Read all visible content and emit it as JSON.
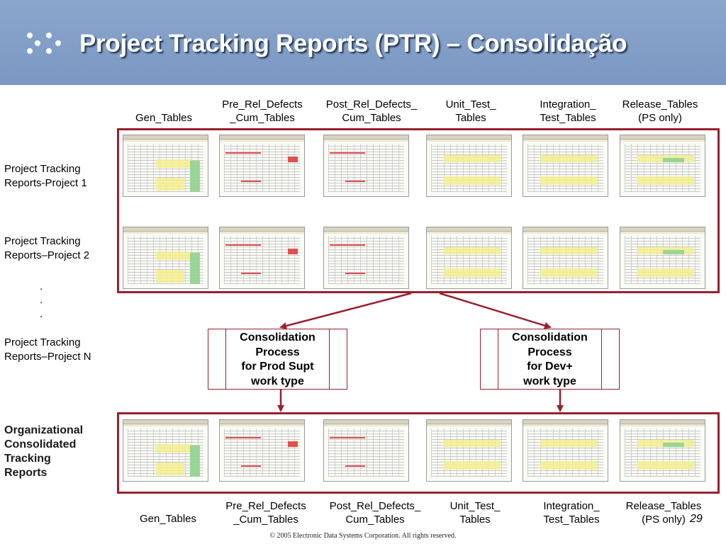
{
  "slide": {
    "title": "Project Tracking Reports (PTR) – Consolidação",
    "page_number": "29",
    "copyright": "© 2005 Electronic Data Systems Corporation. All rights reserved."
  },
  "columns_top": [
    {
      "line1": "Gen_Tables",
      "line2": ""
    },
    {
      "line1": "Pre_Rel_Defects",
      "line2": "_Cum_Tables"
    },
    {
      "line1": "Post_Rel_Defects_",
      "line2": "Cum_Tables"
    },
    {
      "line1": "Unit_Test_",
      "line2": "Tables"
    },
    {
      "line1": "Integration_",
      "line2": "Test_Tables"
    },
    {
      "line1": "Release_Tables",
      "line2": "(PS only)"
    }
  ],
  "columns_bottom": [
    {
      "line1": "Gen_Tables",
      "line2": ""
    },
    {
      "line1": "Pre_Rel_Defects",
      "line2": "_Cum_Tables"
    },
    {
      "line1": "Post_Rel_Defects_",
      "line2": "Cum_Tables"
    },
    {
      "line1": "Unit_Test_",
      "line2": "Tables"
    },
    {
      "line1": "Integration_",
      "line2": "Test_Tables"
    },
    {
      "line1": "Release_Tables",
      "line2": "(PS only)"
    }
  ],
  "rows": {
    "project1": {
      "line1": "Project Tracking",
      "line2": "Reports-Project 1"
    },
    "project2": {
      "line1": "Project Tracking",
      "line2": "Reports–Project 2"
    },
    "ellipsis": ".",
    "projectN": {
      "line1": "Project Tracking",
      "line2": "Reports–Project N"
    },
    "organizational": {
      "line1": "Organizational",
      "line2": "Consolidated",
      "line3": "Tracking",
      "line4": "Reports"
    }
  },
  "processes": [
    {
      "line1": "Consolidation",
      "line2": "Process",
      "line3": "for Prod Supt",
      "line4": "work type"
    },
    {
      "line1": "Consolidation",
      "line2": "Process",
      "line3": "for Dev+",
      "line4": "work type"
    }
  ],
  "colors": {
    "header": "#7b98c3",
    "accent": "#98202e",
    "title": "#ffffff"
  }
}
